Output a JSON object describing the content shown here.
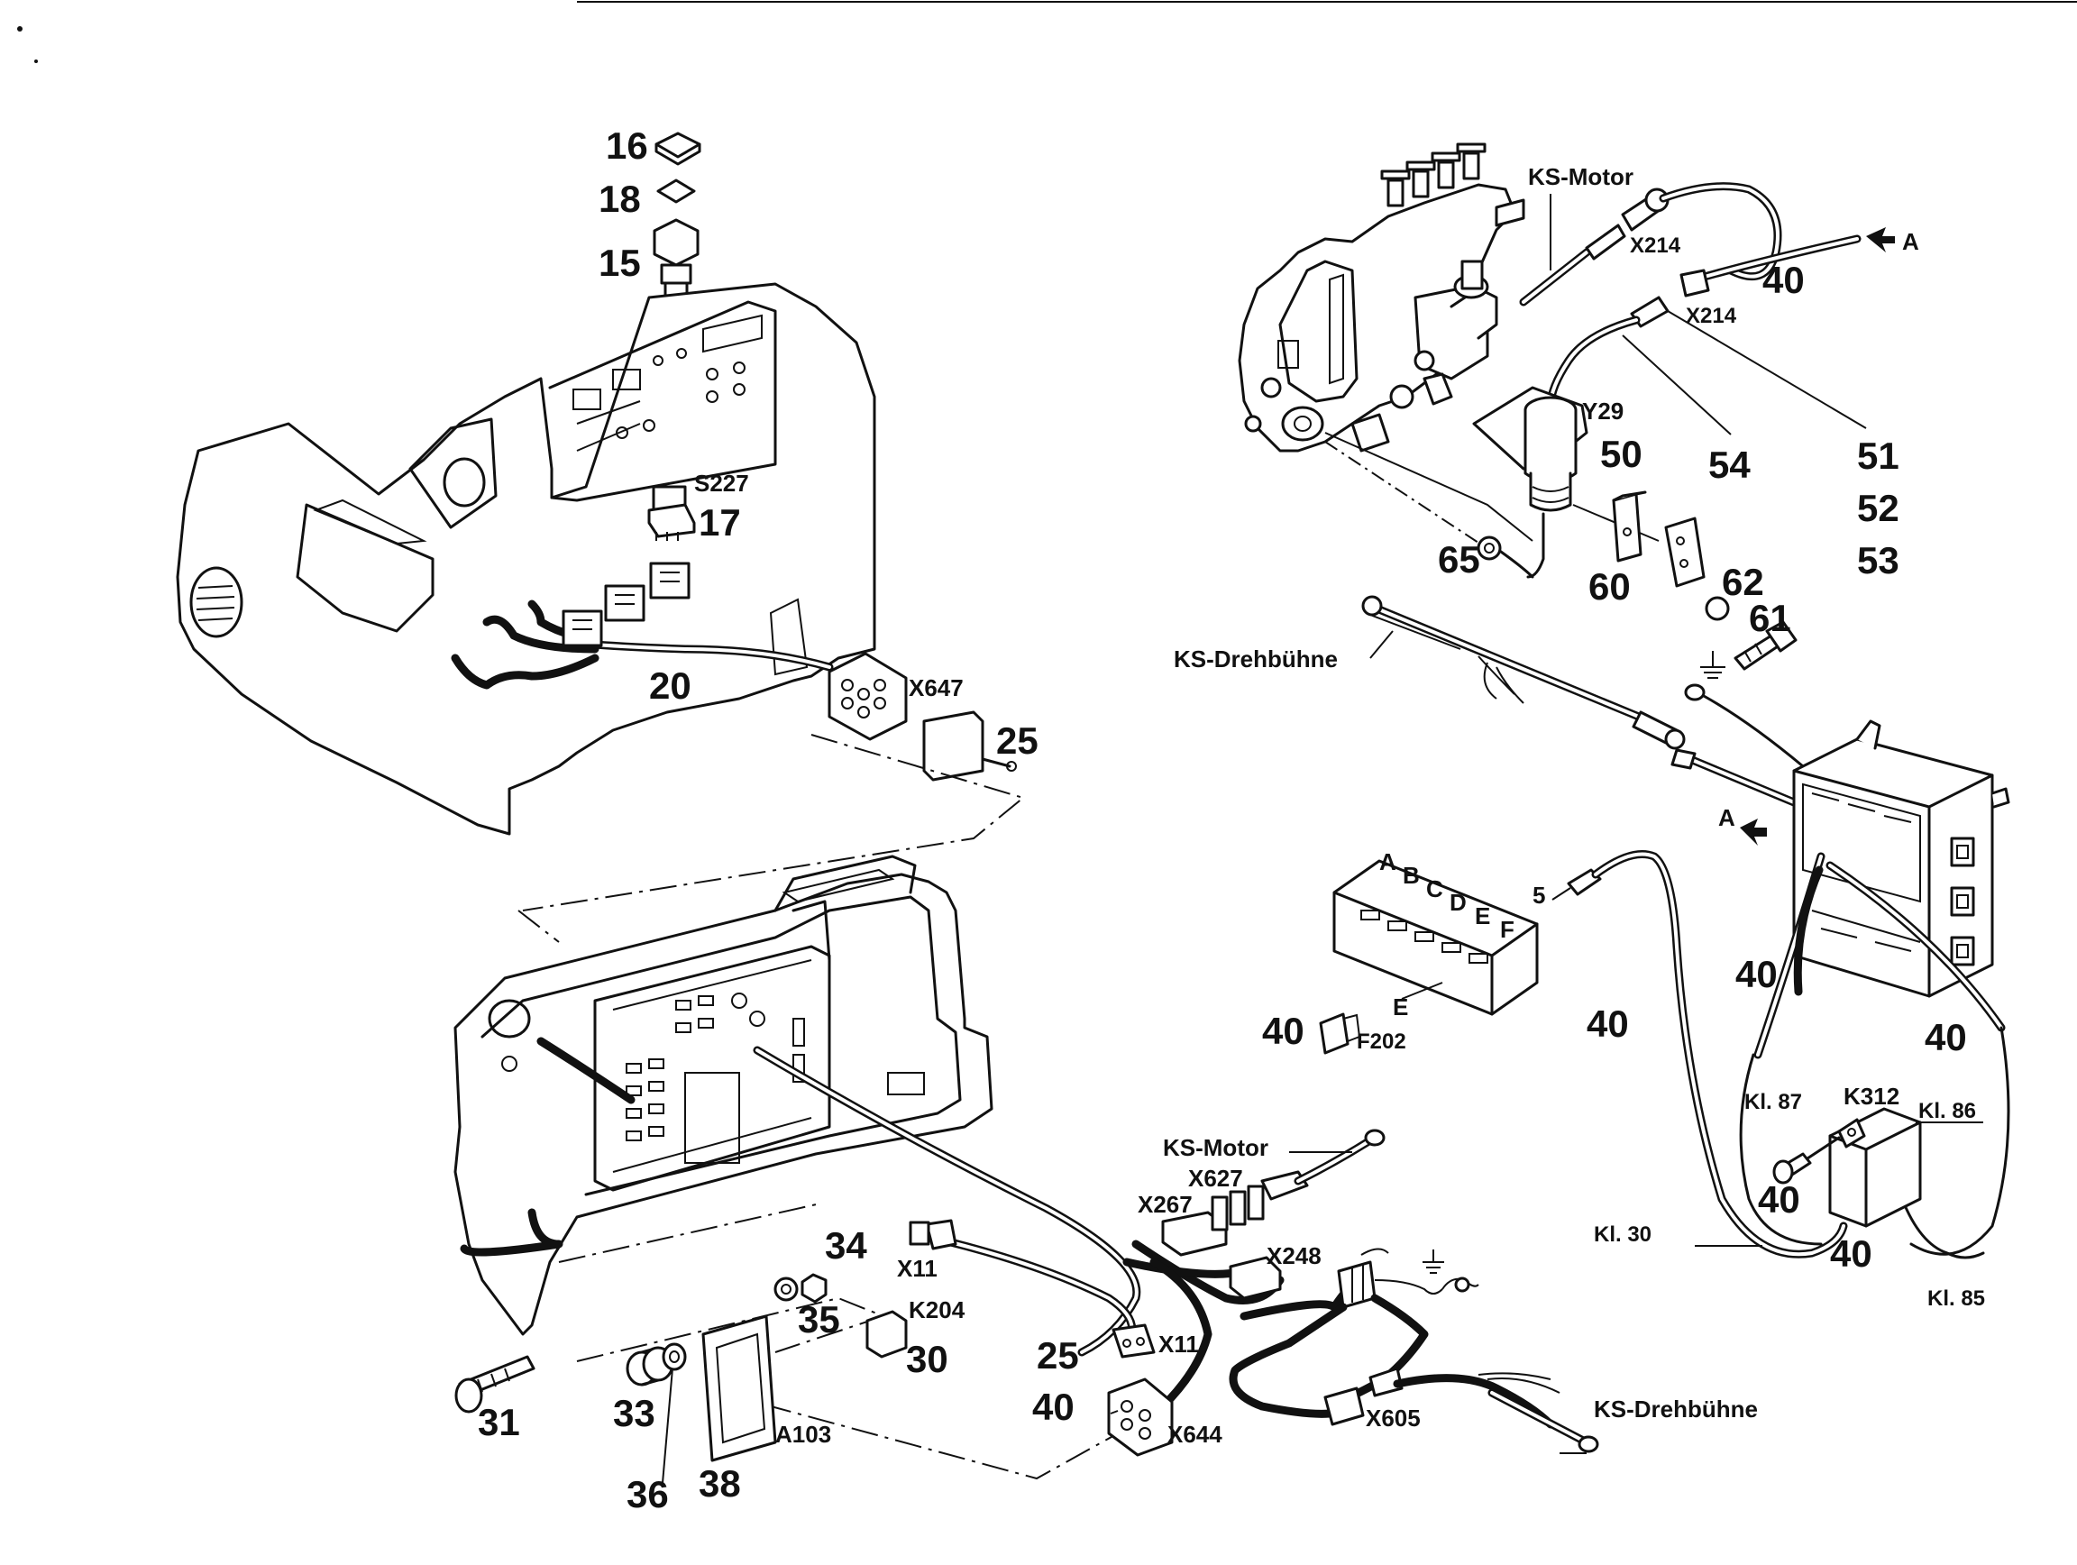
{
  "labels": {
    "n16": "16",
    "n18": "18",
    "n15": "15",
    "s227": "S227",
    "n17": "17",
    "n20": "20",
    "x647": "X647",
    "n25a": "25",
    "ks_motor_top": "KS-Motor",
    "x214a": "X214",
    "x214b": "X214",
    "arrow_a_top": "A",
    "n40_top": "40",
    "y29": "Y29",
    "n50": "50",
    "n54": "54",
    "n51": "51",
    "n52": "52",
    "n53": "53",
    "n65": "65",
    "n60": "60",
    "n62": "62",
    "n61": "61",
    "ks_drehbuehne_top": "KS-Drehbühne",
    "arrow_a_right": "A",
    "fuse_letters": [
      "A",
      "B",
      "C",
      "D",
      "E",
      "F"
    ],
    "n5": "5",
    "e_label": "E",
    "n40_f202": "40",
    "f202": "F202",
    "n40_mid_right": "40",
    "n40_mid_center": "40",
    "n40_far_right": "40",
    "kl87": "Kl. 87",
    "k312": "K312",
    "kl86": "Kl. 86",
    "n40_k312": "40",
    "kl30": "Kl. 30",
    "n40_bottom_right": "40",
    "kl85": "Kl. 85",
    "ks_motor_mid": "KS-Motor",
    "x627": "X627",
    "x267": "X267",
    "x248": "X248",
    "x11a": "X11",
    "x11b": "X11",
    "n34": "34",
    "n35": "35",
    "k204": "K204",
    "n30": "30",
    "n25b": "25",
    "n40_bottom": "40",
    "x644": "X644",
    "x605": "X605",
    "ks_drehbuehne_bottom": "KS-Drehbühne",
    "n31": "31",
    "n33": "33",
    "a103": "A103",
    "n36": "36",
    "n38": "38"
  },
  "colors": {
    "ink": "#111111",
    "paper": "#ffffff"
  }
}
